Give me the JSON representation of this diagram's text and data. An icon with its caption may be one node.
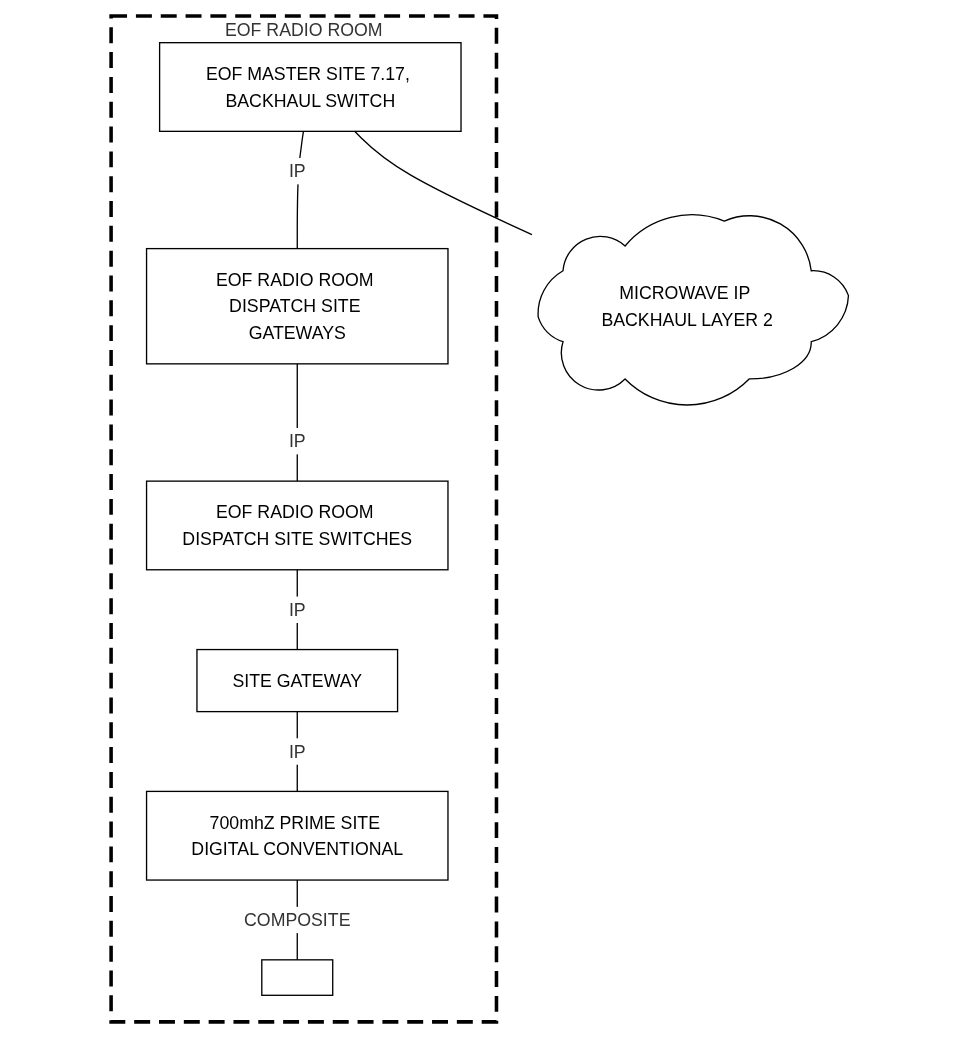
{
  "diagram": {
    "nodes": [
      {
        "text": [
          "EOF RADIO ROOM"
        ]
      },
      {
        "text": [
          "EOF MASTER SITE 7.17, BACKHAUL SWITCH"
        ],
        "in": 0
      },
      {
        "text": [
          "EOF RADIO ROOM DISPATCH SITE GATEWAYS"
        ],
        "in": 0
      },
      {
        "text": [
          "EOF RADIO ROOM DISPATCH SITE SWITCHES"
        ],
        "in": 0
      },
      {
        "text": [
          "SITE GATEWAY"
        ],
        "in": 0
      },
      {
        "text": [
          "700mhZ PRIME SITE DIGITAL CONVENTIONAL"
        ],
        "in": 0
      },
      {
        "text": [],
        "shape": "box",
        "in": 0
      },
      {
        "text": [
          "MICROWAVE IP BACKHAUL LAYER 2"
        ]
      }
    ],
    "edges": [
      {
        "from": 1,
        "to": 7,
        "arrow": "none"
      },
      {
        "from": 1,
        "to": 2,
        "arrow": "none",
        "label": "IP"
      },
      {
        "from": 2,
        "to": 3,
        "arrow": "none",
        "label": "IP"
      },
      {
        "from": 3,
        "to": 4,
        "arrow": "none",
        "label": "IP"
      },
      {
        "from": 4,
        "to": 5,
        "arrow": "none",
        "label": "IP"
      },
      {
        "from": 5,
        "to": 6,
        "arrow": "none",
        "label": "COMPOSITE"
      }
    ]
  }
}
